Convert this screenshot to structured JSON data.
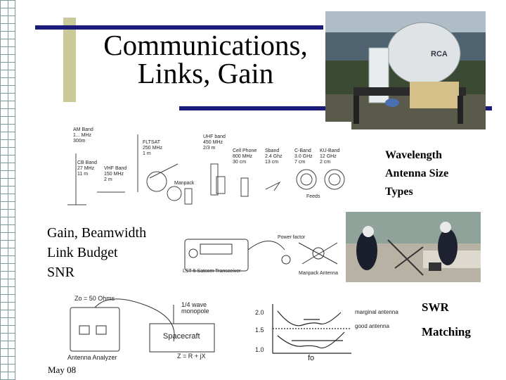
{
  "slide": {
    "title_lines": [
      "Communications,",
      "Links, Gain"
    ],
    "right_topics": [
      "Wavelength",
      "Antenna Size",
      "Types"
    ],
    "left_topics": [
      "Gain, Beamwidth",
      "Link Budget",
      "SNR"
    ],
    "swr": "SWR",
    "matching": "Matching",
    "footer": "May 08"
  },
  "photo_top": {
    "dish_brand": "RCA"
  },
  "band_chart": {
    "bands": [
      {
        "name": "AM Band",
        "freq": "1... MHz",
        "wave": "300m"
      },
      {
        "name": "CB Band",
        "freq": "27 MHz",
        "wave": "11 m"
      },
      {
        "name": "VHF Band",
        "freq": "150 MHz",
        "wave": "2 m"
      },
      {
        "name": "FLTSAT",
        "freq": "250 MHz",
        "wave": "1 m"
      },
      {
        "name": "UHF band",
        "freq": "450 MHz",
        "wave": "2/3 m"
      },
      {
        "name": "Cell Phone",
        "freq": "800 MHz",
        "wave": "30 cm"
      },
      {
        "name": "Sband",
        "freq": "2.4 Ghz",
        "wave": "13 cm"
      },
      {
        "name": "C-Band",
        "freq": "3.0 GHz",
        "wave": "7 cm"
      },
      {
        "name": "KU-Band",
        "freq": "12 GHz",
        "wave": "2 cm"
      }
    ],
    "notes": [
      "Manpack",
      "Feeds"
    ]
  },
  "transceiver": {
    "caption": "LST-5 Satcom Transceiver",
    "power_label": "Power factor",
    "antenna_caption": "Manpack Antenna"
  },
  "analyzer": {
    "impedance": "Zo = 50 Ohms",
    "monopole": "1/4 wave monopole",
    "spacecraft": "Spacecraft",
    "caption": "Antenna Analyzer",
    "load": "Z = R + jX"
  },
  "swr_chart": {
    "yticks": [
      "2.0",
      "1.5",
      "1.0"
    ],
    "legend": [
      "marginal antenna",
      "good antenna"
    ],
    "xlabel": "fo"
  }
}
